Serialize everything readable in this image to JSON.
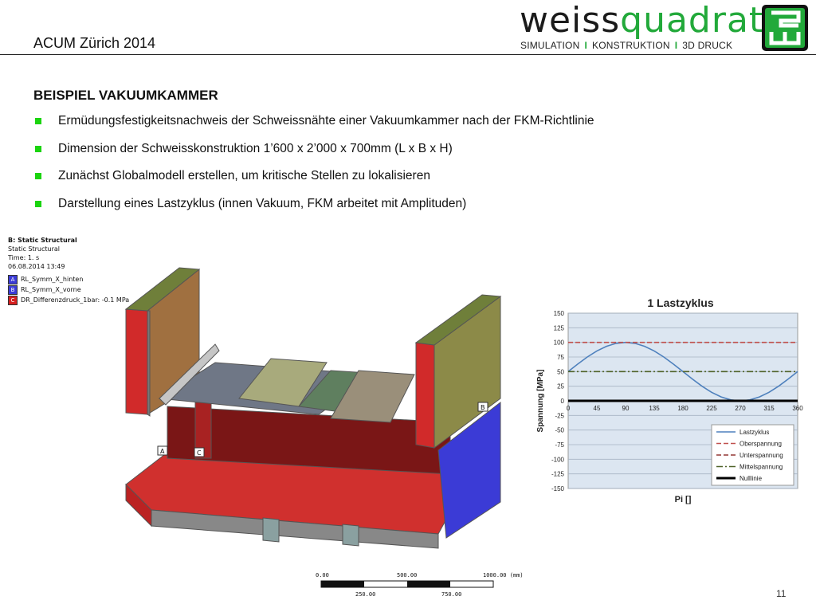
{
  "header": {
    "title": "ACUM Zürich 2014",
    "logo_part1": "weiss",
    "logo_part2": "quadrat",
    "logo_tags": [
      "SIMULATION",
      "KONSTRUKTION",
      "3D DRUCK"
    ],
    "logo_separator": "I",
    "colors": {
      "accent": "#22a93a",
      "text": "#1b1b1b"
    }
  },
  "slide": {
    "heading": "BEISPIEL VAKUUMKAMMER",
    "bullets": [
      "Ermüdungsfestigkeitsnachweis der Schweissnähte einer Vakuumkammer nach der FKM-Richtlinie",
      "Dimension der Schweisskonstruktion 1’600 x 2’000 x 700mm (L x B x H)",
      "Zunächst Globalmodell erstellen, um kritische Stellen zu lokalisieren",
      "Darstellung eines Lastzyklus (innen Vakuum, FKM arbeitet mit Amplituden)"
    ],
    "bullet_color": "#1bd40f",
    "page_number": "11"
  },
  "model": {
    "title": "B: Static Structural",
    "type": "Static Structural",
    "time": "Time: 1. s",
    "date": "06.08.2014 13:49",
    "legend": [
      {
        "key": "A",
        "label": "RL_Symm_X_hinten",
        "color": "#3b3bd6"
      },
      {
        "key": "B",
        "label": "RL_Symm_X_vorne",
        "color": "#3b3bd6"
      },
      {
        "key": "C",
        "label": "DR_Differenzdruck_1bar: -0.1 MPa",
        "color": "#d62020"
      }
    ],
    "markers": [
      "A",
      "C",
      "B"
    ],
    "scale": {
      "top_labels": [
        "0.00",
        "500.00",
        "1000.00 (mm)"
      ],
      "bottom_labels": [
        "250.00",
        "750.00"
      ]
    }
  },
  "chart_data": {
    "type": "line",
    "title": "1 Lastzyklus",
    "xlabel": "Pi []",
    "ylabel": "Spannung [MPa]",
    "x_ticks": [
      0,
      45,
      90,
      135,
      180,
      225,
      270,
      315,
      360
    ],
    "y_ticks": [
      150,
      125,
      100,
      75,
      50,
      25,
      0,
      -25,
      -50,
      -75,
      -100,
      -125,
      -150
    ],
    "xlim": [
      0,
      360
    ],
    "ylim": [
      -150,
      150
    ],
    "grid": true,
    "legend_position": "bottom-right",
    "series": [
      {
        "name": "Lastzyklus",
        "color": "#4f81bd",
        "style": "solid",
        "x": [
          0,
          15,
          30,
          45,
          60,
          75,
          90,
          105,
          120,
          135,
          150,
          165,
          180,
          195,
          210,
          225,
          240,
          255,
          270,
          285,
          300,
          315,
          330,
          345,
          360
        ],
        "y": [
          50,
          62.9,
          75,
          85.4,
          93.3,
          98.3,
          100,
          98.3,
          93.3,
          85.4,
          75,
          62.9,
          50,
          37.1,
          25,
          14.6,
          6.7,
          1.7,
          0,
          1.7,
          6.7,
          14.6,
          25,
          37.1,
          50
        ]
      },
      {
        "name": "Oberspannung",
        "color": "#c0504d",
        "style": "dashed",
        "x": [
          0,
          360
        ],
        "y": [
          100,
          100
        ]
      },
      {
        "name": "Unterspannung",
        "color": "#943634",
        "style": "dashed",
        "x": [
          0,
          360
        ],
        "y": [
          0,
          0
        ]
      },
      {
        "name": "Mittelspannung",
        "color": "#4f6228",
        "style": "dashdot",
        "x": [
          0,
          360
        ],
        "y": [
          50,
          50
        ]
      },
      {
        "name": "Nulllinie",
        "color": "#000000",
        "style": "solid-thick",
        "x": [
          0,
          360
        ],
        "y": [
          0,
          0
        ]
      }
    ]
  }
}
